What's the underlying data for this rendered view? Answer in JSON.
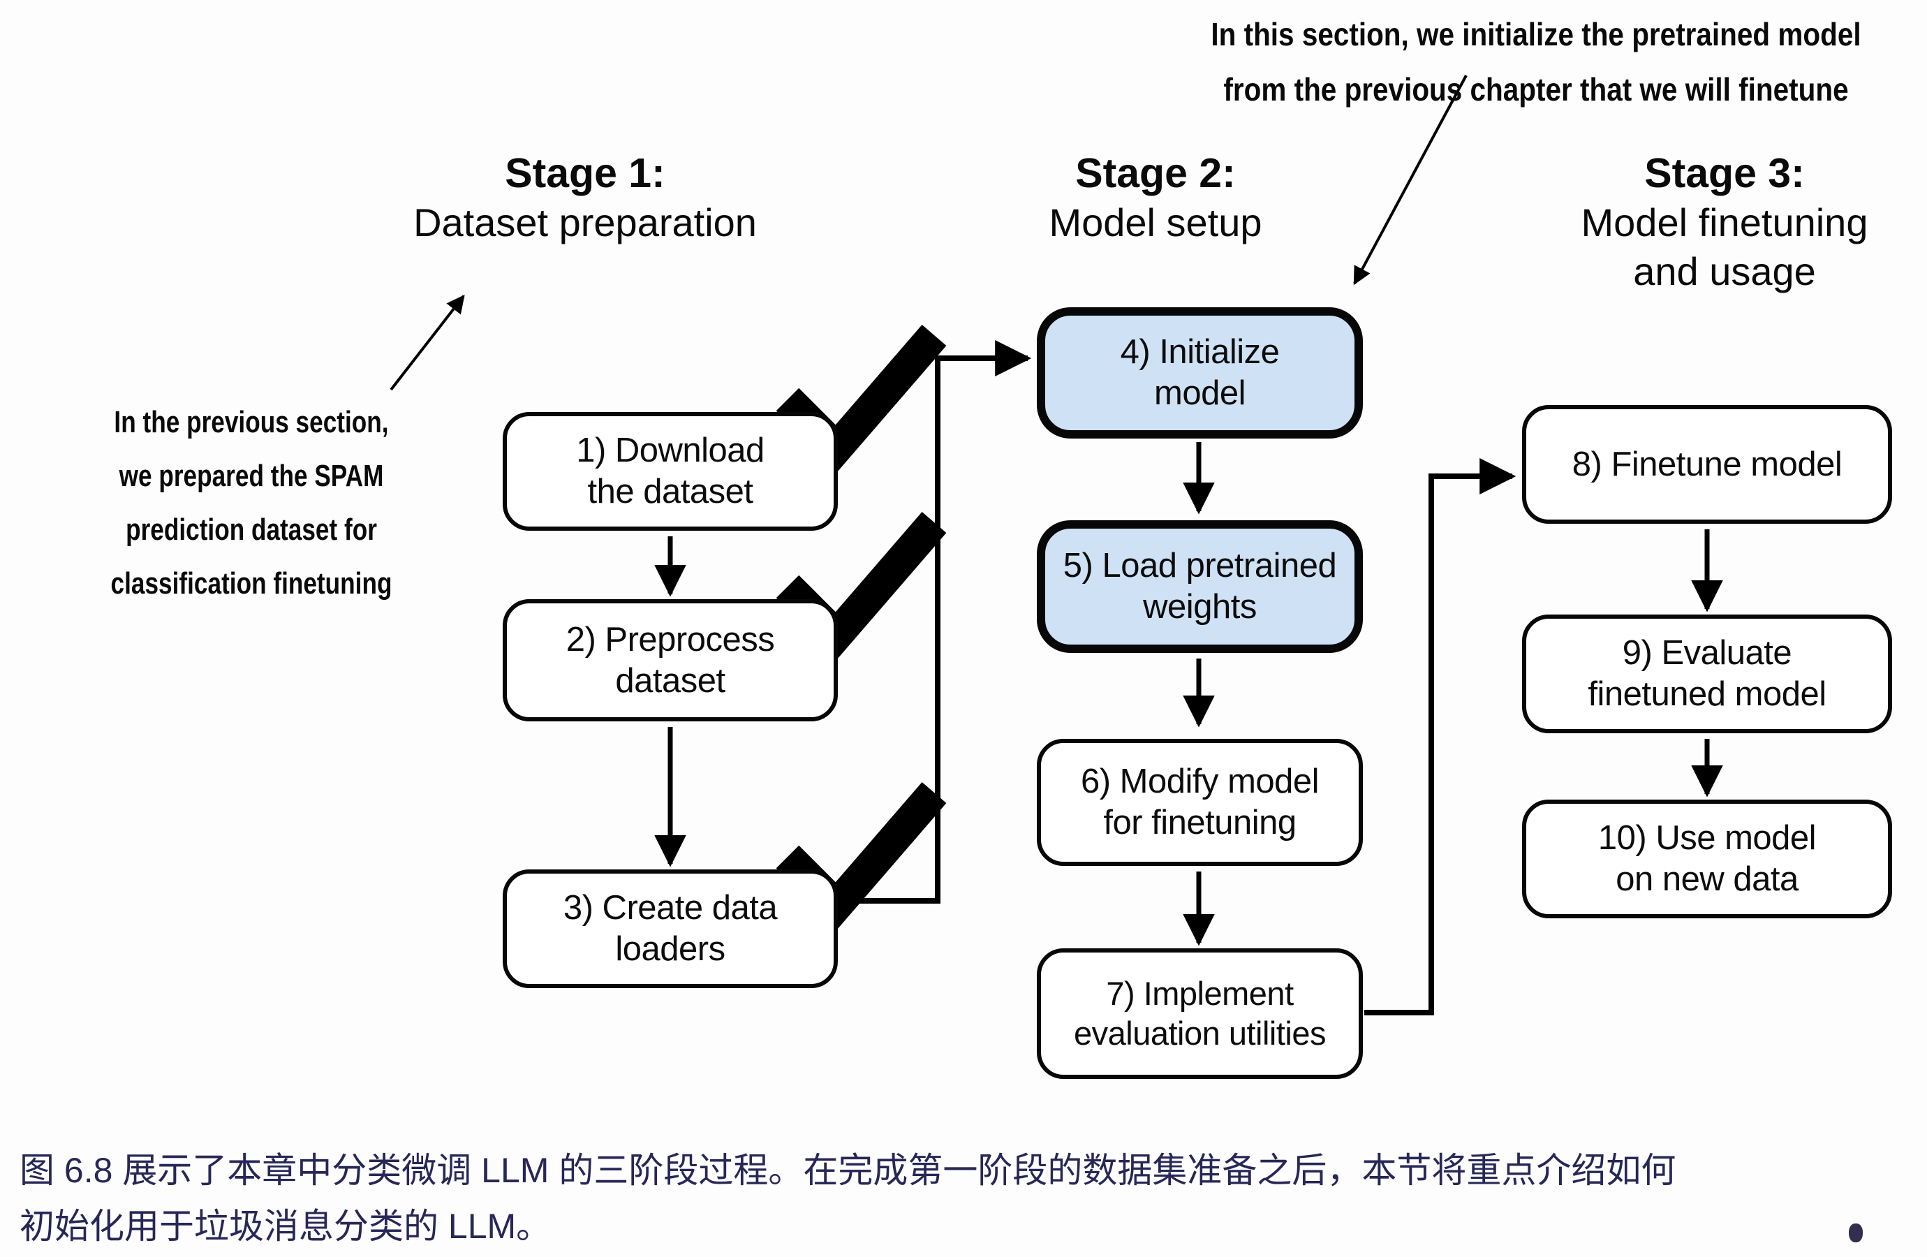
{
  "figure": {
    "top_annotation": "In this section, we initialize the pretrained model\nfrom the previous chapter that we will finetune",
    "left_annotation": "In the previous section,\nwe prepared the SPAM\nprediction dataset for\nclassification finetuning",
    "stages": [
      {
        "title": "Stage 1:",
        "subtitle": "Dataset preparation"
      },
      {
        "title": "Stage 2:",
        "subtitle": "Model setup"
      },
      {
        "title": "Stage 3:",
        "subtitle": "Model finetuning\nand usage"
      }
    ],
    "boxes": [
      {
        "num": 1,
        "label": "1) Download\nthe dataset",
        "highlighted": false,
        "checked": true
      },
      {
        "num": 2,
        "label": "2) Preprocess\ndataset",
        "highlighted": false,
        "checked": true
      },
      {
        "num": 3,
        "label": "3) Create data\nloaders",
        "highlighted": false,
        "checked": true
      },
      {
        "num": 4,
        "label": "4) Initialize\nmodel",
        "highlighted": true,
        "checked": false
      },
      {
        "num": 5,
        "label": "5) Load pretrained\nweights",
        "highlighted": true,
        "checked": false
      },
      {
        "num": 6,
        "label": "6) Modify model\nfor finetuning",
        "highlighted": false,
        "checked": false
      },
      {
        "num": 7,
        "label": "7) Implement\nevaluation utilities",
        "highlighted": false,
        "checked": false
      },
      {
        "num": 8,
        "label": "8) Finetune model",
        "highlighted": false,
        "checked": false
      },
      {
        "num": 9,
        "label": "9) Evaluate\nfinetuned model",
        "highlighted": false,
        "checked": false
      },
      {
        "num": 10,
        "label": "10) Use model\non new data",
        "highlighted": false,
        "checked": false
      }
    ],
    "colors": {
      "highlight_fill": "#cfe1f5",
      "line": "#000000",
      "caption_text": "#272757"
    }
  },
  "caption": {
    "text": "图 6.8 展示了本章中分类微调 LLM 的三阶段过程。在完成第一阶段的数据集准备之后，本节将重点介绍如何\n初始化用于垃圾消息分类的 LLM。"
  }
}
